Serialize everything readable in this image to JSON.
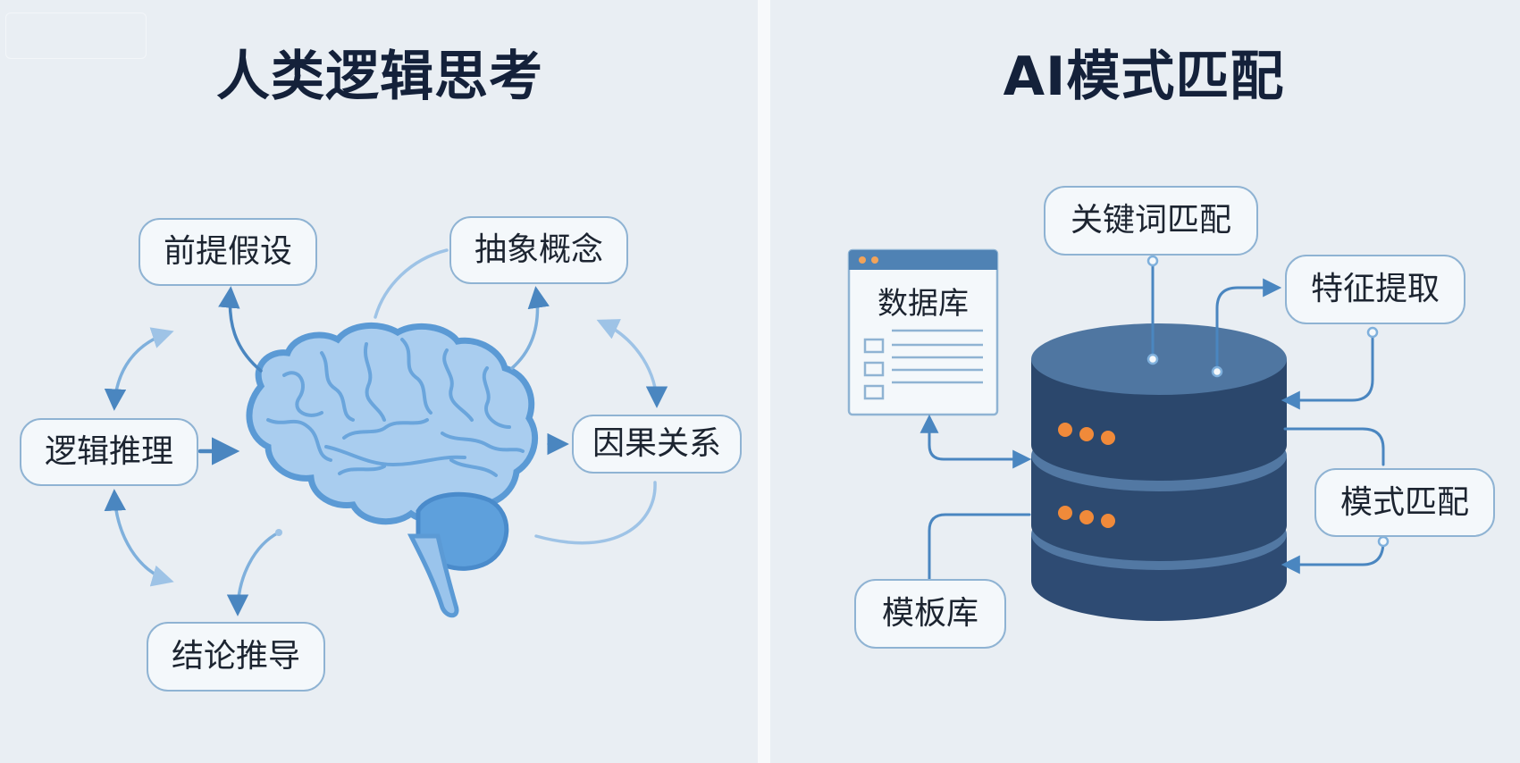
{
  "left_panel": {
    "title": "人类逻辑思考",
    "nodes": {
      "premise": "前提假设",
      "abstract": "抽象概念",
      "logic": "逻辑推理",
      "causal": "因果关系",
      "conclusion": "结论推导"
    }
  },
  "right_panel": {
    "title": "AI模式匹配",
    "nodes": {
      "database": "数据库",
      "keyword": "关键词匹配",
      "feature": "特征提取",
      "pattern": "模式匹配",
      "template": "模板库"
    }
  },
  "colors": {
    "background": "#e9eef3",
    "title": "#14213a",
    "pill_border": "#8fb3d3",
    "brain_fill": "#a9cdef",
    "brain_outline": "#5b9ad5",
    "server_dark": "#2d4a70",
    "server_top": "#4f76a1",
    "led": "#f08a3a",
    "arrow": "#4a86c0"
  }
}
